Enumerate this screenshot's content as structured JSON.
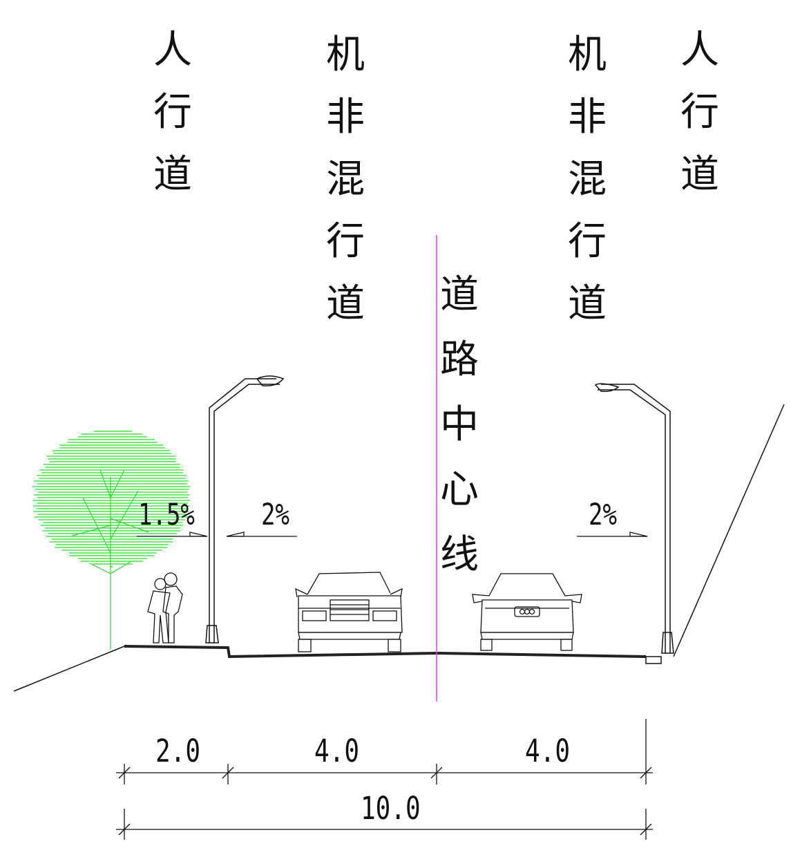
{
  "labels": {
    "left_sidewalk": [
      "人",
      "行",
      "道"
    ],
    "left_nonmotor": [
      "机",
      "非",
      "混",
      "行",
      "道"
    ],
    "right_nonmotor": [
      "机",
      "非",
      "混",
      "行",
      "道"
    ],
    "right_sidewalk": [
      "人",
      "行",
      "道"
    ],
    "centerline": [
      "道",
      "路",
      "中",
      "心",
      "线"
    ]
  },
  "slopes": {
    "left_sidewalk": "1.5%",
    "left_lane": "2%",
    "right_lane": "2%"
  },
  "dimensions": {
    "segment_1": "2.0",
    "segment_2": "4.0",
    "segment_3": "4.0",
    "total": "10.0"
  },
  "colors": {
    "tree": "#22dd22",
    "centerline": "#ff33ff",
    "line": "#111111"
  }
}
